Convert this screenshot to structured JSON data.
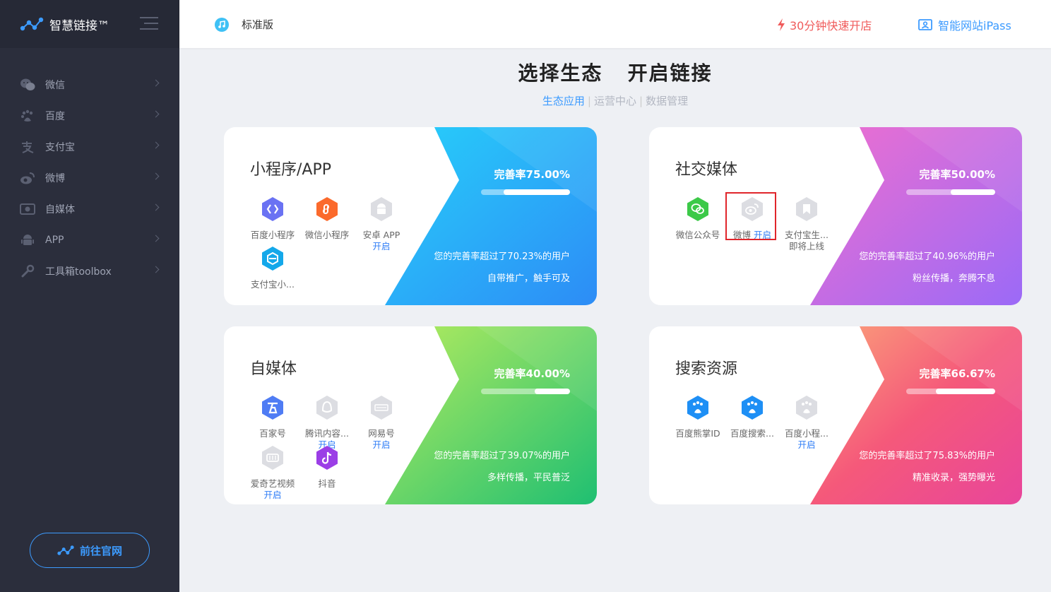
{
  "sidebar": {
    "brand": "智慧链接™",
    "items": [
      {
        "label": "微信"
      },
      {
        "label": "百度"
      },
      {
        "label": "支付宝"
      },
      {
        "label": "微博"
      },
      {
        "label": "自媒体"
      },
      {
        "label": "APP"
      },
      {
        "label": "工具箱toolbox"
      }
    ],
    "official_site_button": "前往官网"
  },
  "topbar": {
    "edition": "标准版",
    "quick_open": "30分钟快速开店",
    "ipass": "智能网站iPass"
  },
  "main": {
    "title": "选择生态   开启链接",
    "tabs": [
      "生态应用",
      "运营中心",
      "数据管理"
    ],
    "separator": "|"
  },
  "cards": [
    {
      "title": "小程序/APP",
      "rate_label": "完善率75.00%",
      "rate": 0.75,
      "stat": "您的完善率超过了70.23%的用户",
      "slogan": "自带推广，触手可及",
      "apps": [
        {
          "name": "百度小程序",
          "open": ""
        },
        {
          "name": "微信小程序",
          "open": ""
        },
        {
          "name": "安卓 APP",
          "open": "开启"
        },
        {
          "name": "支付宝小...",
          "open": ""
        }
      ]
    },
    {
      "title": "社交媒体",
      "rate_label": "完善率50.00%",
      "rate": 0.5,
      "stat": "您的完善率超过了40.96%的用户",
      "slogan": "粉丝传播，奔腾不息",
      "apps": [
        {
          "name": "微信公众号",
          "open": ""
        },
        {
          "name": "微博",
          "open": "开启"
        },
        {
          "name": "支付宝生...",
          "open": "即将上线"
        }
      ]
    },
    {
      "title": "自媒体",
      "rate_label": "完善率40.00%",
      "rate": 0.4,
      "stat": "您的完善率超过了39.07%的用户",
      "slogan": "多样传播，平民普泛",
      "apps": [
        {
          "name": "百家号",
          "open": ""
        },
        {
          "name": "腾讯内容...",
          "open": "开启"
        },
        {
          "name": "网易号",
          "open": "开启"
        },
        {
          "name": "爱奇艺视频",
          "open": "开启"
        },
        {
          "name": "抖音",
          "open": ""
        }
      ]
    },
    {
      "title": "搜索资源",
      "rate_label": "完善率66.67%",
      "rate": 0.6667,
      "stat": "您的完善率超过了75.83%的用户",
      "slogan": "精准收录，强势曝光",
      "apps": [
        {
          "name": "百度熊掌ID",
          "open": ""
        },
        {
          "name": "百度搜索...",
          "open": ""
        },
        {
          "name": "百度小程...",
          "open": "开启"
        }
      ]
    }
  ],
  "colors": {
    "sidebar_bg": "#2b2e3c",
    "accent_blue": "#3c9bff",
    "quick_open_red": "#f05b5b",
    "open_link": "#2f7df6",
    "highlight_red": "#e0252b"
  }
}
